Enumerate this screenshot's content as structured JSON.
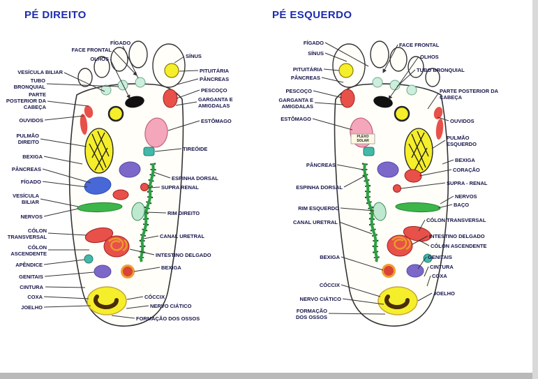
{
  "left_panel": {
    "title": "PÉ DIREITO",
    "top": [
      "FÍGADO",
      "SÍNUS"
    ],
    "left": [
      "FACE FRONTAL",
      "OLHOS",
      "VESÍCULA BILIAR",
      "TUBO BRONQUIAL",
      "PARTE POSTERIOR DA CABEÇA",
      "OUVIDOS",
      "PULMÃO DIREITO",
      "BEXIGA",
      "PÂNCREAS",
      "FÍGADO",
      "VESÍCULA BILIAR",
      "NERVOS",
      "CÓLON TRANSVERSAL",
      "CÓLON ASCENDENTE",
      "APÊNDICE",
      "GENITAIS",
      "CINTURA",
      "COXA",
      "JOELHO"
    ],
    "right": [
      "PITUITÁRIA",
      "PÂNCREAS",
      "PESCOÇO",
      "GARGANTA E AMIGDALAS",
      "ESTÔMAGO",
      "TIREÓIDE",
      "ESPINHA DORSAL",
      "SUPRA RENAL",
      "RIM DIREITO",
      "CANAL URETRAL",
      "INTESTINO DELGADO",
      "BEXIGA",
      "CÓCCIX",
      "NERVO CIÁTICO",
      "FORMAÇÃO DOS OSSOS"
    ]
  },
  "right_panel": {
    "title": "PÉ ESQUERDO",
    "inner": "PLEXO SOLAR",
    "left": [
      "FÍGADO",
      "SÍNUS",
      "PITUITÁRIA",
      "PÂNCREAS",
      "PESCOÇO",
      "GARGANTA E AMIGDALAS",
      "ESTÔMAGO",
      "PÂNCREAS",
      "ESPINHA DORSAL",
      "RIM ESQUERDO",
      "CANAL URETRAL",
      "BEXIGA",
      "CÓCCIX",
      "NERVO CIÁTICO",
      "FORMAÇÃO DOS OSSOS"
    ],
    "right": [
      "FACE FRONTAL",
      "OLHOS",
      "TUBO BRONQUIAL",
      "PARTE POSTERIOR DA CABEÇA",
      "OUVIDOS",
      "PULMÃO ESQUERDO",
      "BEXIGA",
      "CORAÇÃO",
      "SUPRA - RENAL",
      "NERVOS",
      "BAÇO",
      "CÓLON TRANSVERSAL",
      "INTESTINO DELGADO",
      "CÓLON ASCENDENTE",
      "GENITAIS",
      "CINTURA",
      "COXA",
      "JOELHO"
    ]
  },
  "colors": {
    "title": "#1c2bb0",
    "label": "#15154a",
    "leader_line": "#333333",
    "zone_yellow": "#f5ee2a",
    "zone_red": "#e8504a",
    "zone_pink": "#f4a6bb",
    "zone_green": "#3db54a",
    "zone_teal": "#45b8a8",
    "zone_blue": "#4868d8",
    "zone_purple": "#7b68c8",
    "zone_orange": "#f0a030",
    "zone_black": "#111111",
    "zone_mint": "#cdeedd",
    "heel_brown": "#4a2c0a"
  }
}
